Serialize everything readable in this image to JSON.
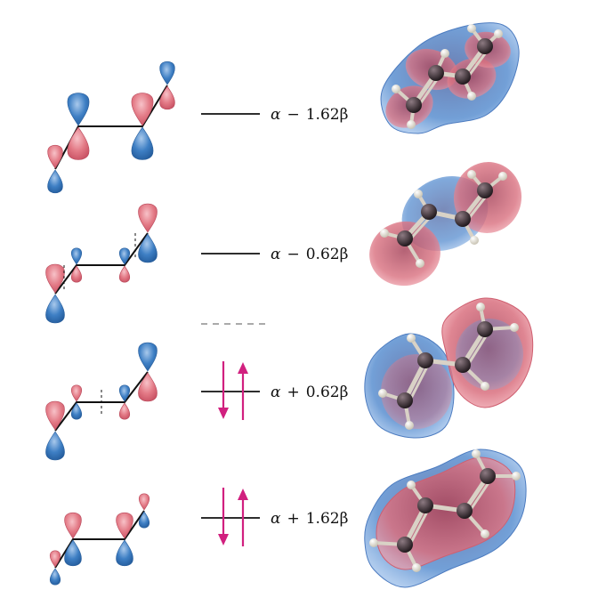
{
  "levels": [
    {
      "id": "psi4",
      "alpha": "α",
      "op": "−",
      "coef": "1.62β",
      "electrons": 0
    },
    {
      "id": "psi3",
      "alpha": "α",
      "op": "−",
      "coef": "0.62β",
      "electrons": 0
    },
    {
      "id": "psi2",
      "alpha": "α",
      "op": "+",
      "coef": "0.62β",
      "electrons": 2
    },
    {
      "id": "psi1",
      "alpha": "α",
      "op": "+",
      "coef": "1.62β",
      "electrons": 2
    }
  ],
  "colors": {
    "positive_lobe": "#e37a86",
    "negative_lobe": "#3e7fc4",
    "electron_arrow": "#d1207f",
    "level_line": "#111111",
    "nonbonding_dash": "#777777",
    "carbon_atom": "#3a2e33",
    "hydrogen_atom": "#eeeae0"
  },
  "icons": {
    "electron": "up-down-arrow-pair-icon",
    "orbital_lobe": "p-orbital-lobe-icon",
    "molecule_model": "butadiene-orbital-surface-icon"
  }
}
